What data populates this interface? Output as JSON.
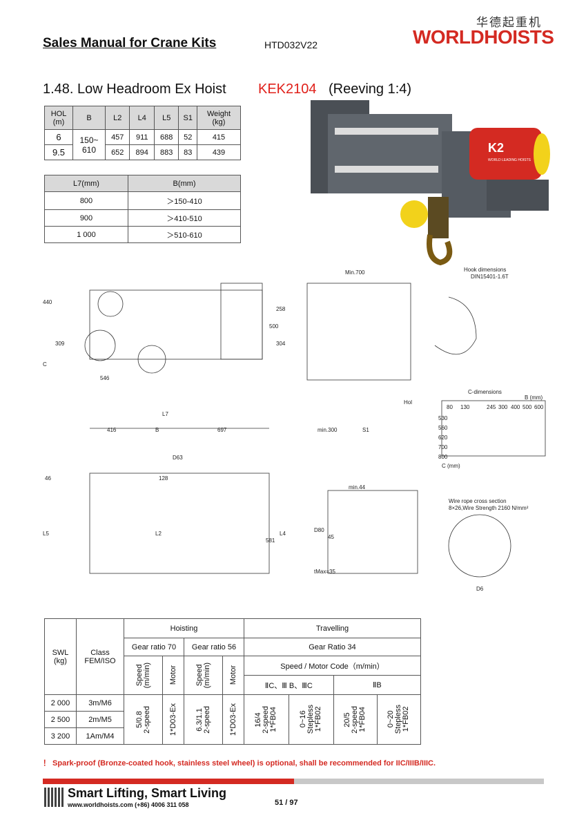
{
  "header": {
    "title": "Sales Manual for Crane Kits",
    "code": "HTD032V22",
    "logo_cn": "华德起重机",
    "logo_en": "WORLDHOISTS"
  },
  "section": {
    "title": "1.48. Low Headroom Ex Hoist",
    "model": "KEK2104",
    "reeving": "(Reeving 1:4)"
  },
  "dims_table": {
    "headers": [
      "HOL\n(m)",
      "B",
      "L2",
      "L4",
      "L5",
      "S1",
      "Weight\n(kg)"
    ],
    "b_value": "150~\n610",
    "rows": [
      [
        "6",
        "457",
        "911",
        "688",
        "52",
        "415"
      ],
      [
        "9.5",
        "652",
        "894",
        "883",
        "83",
        "439"
      ]
    ]
  },
  "l7_table": {
    "headers": [
      "L7(mm)",
      "B(mm)"
    ],
    "rows": [
      [
        "800",
        "＞150-410"
      ],
      [
        "900",
        "＞410-510"
      ],
      [
        "1 000",
        "＞510-610"
      ]
    ]
  },
  "photo": {
    "brand": "K2",
    "brand_sub": "WORLD LEADING HOISTS"
  },
  "drawing_labels": {
    "min700": "Min.700",
    "hook": "Hook dimensions",
    "din": "DIN15401-1.6T",
    "c_dim": "C-dimensions",
    "b_mm": "B (mm)",
    "c_mm": "C (mm)",
    "wire": "Wire rope cross section",
    "wire_spec": "8×26,Wire Strength 2160 N/mm²",
    "d6": "D6",
    "d63": "D63",
    "min44": "min.44",
    "l7": "L7",
    "d416": "416",
    "b": "B",
    "d697": "697",
    "min300": "min.300",
    "s1": "S1",
    "d546": "546",
    "d440": "440",
    "d309": "309",
    "c": "C",
    "d258": "258",
    "d500": "500",
    "d304": "304",
    "d46": "46",
    "d128": "128",
    "l5": "L5",
    "l4": "L4",
    "l2": "L2",
    "d581": "581",
    "d80": "D80",
    "d45": "45",
    "tmax": "tMax=35",
    "hol": "Hol",
    "b_ticks": [
      "80",
      "130",
      "245",
      "300",
      "400",
      "500",
      "600"
    ],
    "c_ticks": [
      "530",
      "560",
      "620",
      "700",
      "800"
    ]
  },
  "perf_table": {
    "swl": "SWL\n(kg)",
    "class": "Class\nFEM/ISO",
    "hoisting": "Hoisting",
    "travelling": "Travelling",
    "gr70": "Gear ratio 70",
    "gr56": "Gear ratio 56",
    "gr34": "Gear Ratio 34",
    "speed": "Speed\n(m/min)",
    "motor": "Motor",
    "speed_motor": "Speed / Motor Code（m/min）",
    "grp1": "ⅡC、Ⅲ B、ⅢC",
    "grp2": "ⅡB",
    "rows": [
      [
        "2 000",
        "3m/M6"
      ],
      [
        "2 500",
        "2m/M5"
      ],
      [
        "3 200",
        "1Am/M4"
      ]
    ],
    "h70_speed": "5/0.8\n2-speed",
    "h70_motor": "1*D03-Ex",
    "h56_speed": "6.3/1.1\n2-speed",
    "h56_motor": "1*D03-Ex",
    "t1": "16/4\n2-speed\n1*FB04",
    "t2": "0~16\nStepless\n1*FB02",
    "t3": "20/5\n2-speed\n1*FB04",
    "t4": "0~20\nStepless\n1*FB02"
  },
  "note": "！ Spark-proof (Bronze-coated hook, stainless steel wheel) is optional, shall be recommended for IIC/IIIB/IIIC.",
  "footer": {
    "slogan": "Smart Lifting, Smart Living",
    "contact": "www.worldhoists.com   (+86) 4006 311 058",
    "page": "51 / 97"
  }
}
